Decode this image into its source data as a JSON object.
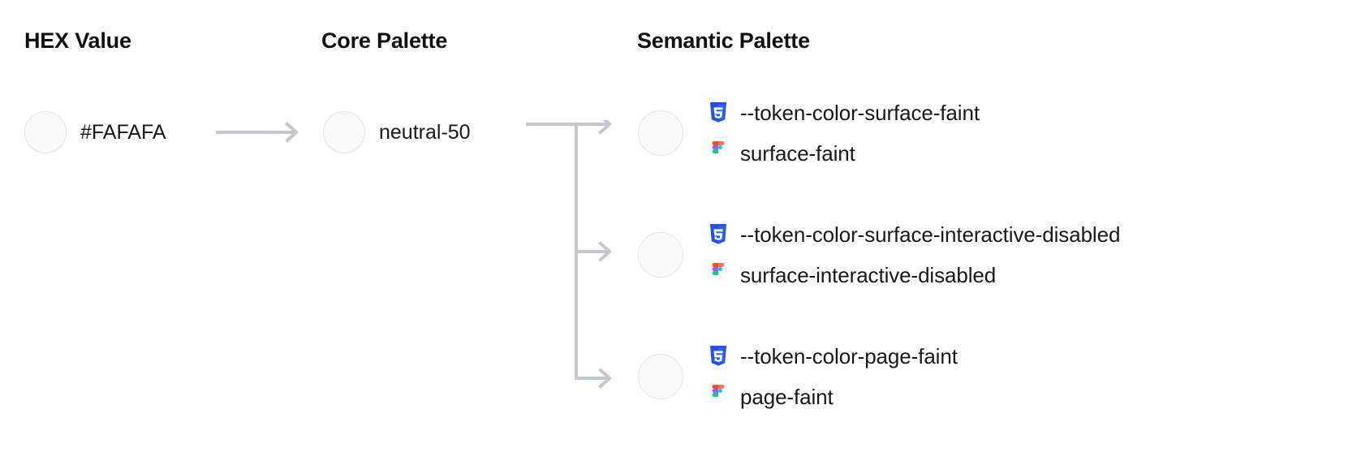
{
  "columns": {
    "hex": "HEX Value",
    "core": "Core Palette",
    "semantic": "Semantic Palette"
  },
  "colors": {
    "swatch_fill": "#FAFAFA",
    "swatch_border": "#E4E4E7",
    "connector": "#C4C7CE",
    "text": "#18181B",
    "css_icon_blue": "#264DE4",
    "figma_red": "#F24E1E",
    "figma_orange": "#FF7262",
    "figma_purple": "#A259FF",
    "figma_blue": "#1ABCFE",
    "figma_green": "#0ACF83"
  },
  "hex": {
    "value": "#FAFAFA",
    "swatch_color": "#FAFAFA"
  },
  "core": {
    "value": "neutral-50",
    "swatch_color": "#FAFAFA"
  },
  "semantic": {
    "rows": [
      {
        "swatch_color": "#FAFAFA",
        "css_token": "--token-color-surface-faint",
        "figma_token": "surface-faint"
      },
      {
        "swatch_color": "#FAFAFA",
        "css_token": "--token-color-surface-interactive-disabled",
        "figma_token": "surface-interactive-disabled"
      },
      {
        "swatch_color": "#FAFAFA",
        "css_token": "--token-color-page-faint",
        "figma_token": "page-faint"
      }
    ]
  },
  "icons": {
    "css": "css3-icon",
    "figma": "figma-icon",
    "arrow": "arrow-right-icon"
  }
}
